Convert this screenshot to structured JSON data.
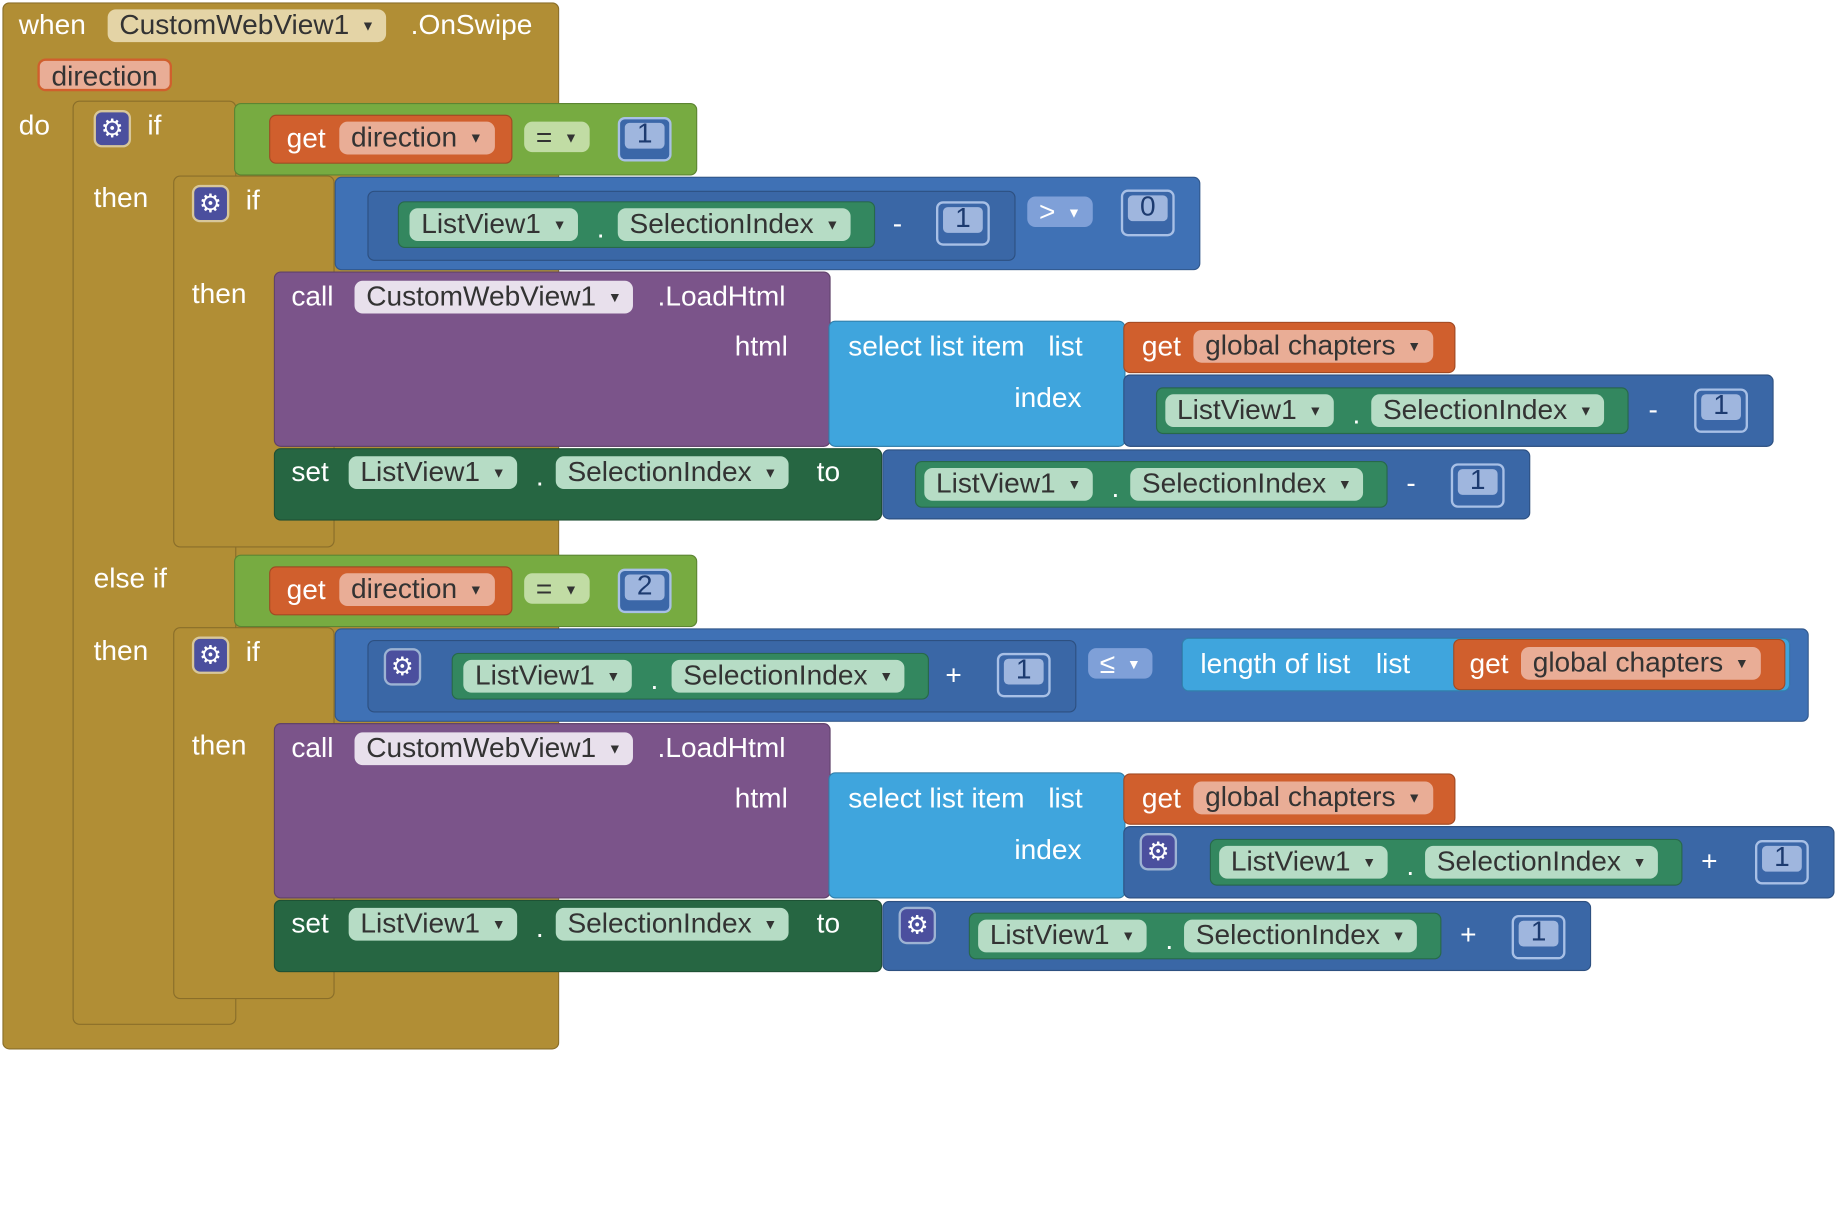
{
  "event": {
    "when_label": "when",
    "component": "CustomWebView1",
    "event_name": ".OnSwipe",
    "param": "direction",
    "do_label": "do"
  },
  "outer_if": {
    "if_label": "if",
    "then_label": "then",
    "else_if_label": "else if",
    "then2_label": "then"
  },
  "cond1": {
    "get": "get",
    "var": "direction",
    "op": "=",
    "value": "1"
  },
  "cond2": {
    "get": "get",
    "var": "direction",
    "op": "=",
    "value": "2"
  },
  "branch1": {
    "if_label": "if",
    "then_label": "then",
    "cmp": {
      "left_comp": "ListView1",
      "left_prop": "SelectionIndex",
      "dot": ".",
      "minus": "-",
      "sub_val": "1",
      "op": ">",
      "right": "0"
    },
    "call": {
      "call_label": "call",
      "component": "CustomWebView1",
      "method": ".LoadHtml",
      "html_label": "html",
      "select": "select list item",
      "list_label": "list",
      "get": "get",
      "global_var": "global chapters",
      "index_label": "index",
      "idx_comp": "ListView1",
      "idx_prop": "SelectionIndex",
      "idx_op": "-",
      "idx_val": "1"
    },
    "set": {
      "set_label": "set",
      "component": "ListView1",
      "prop": "SelectionIndex",
      "to_label": "to",
      "val_comp": "ListView1",
      "val_prop": "SelectionIndex",
      "op": "-",
      "val": "1"
    }
  },
  "branch2": {
    "if_label": "if",
    "then_label": "then",
    "cmp": {
      "left_comp": "ListView1",
      "left_prop": "SelectionIndex",
      "plus": "+",
      "add_val": "1",
      "op": "≤",
      "length_label": "length of list",
      "list_label": "list",
      "get": "get",
      "global_var": "global chapters"
    },
    "call": {
      "call_label": "call",
      "component": "CustomWebView1",
      "method": ".LoadHtml",
      "html_label": "html",
      "select": "select list item",
      "list_label": "list",
      "get": "get",
      "global_var": "global chapters",
      "index_label": "index",
      "idx_comp": "ListView1",
      "idx_prop": "SelectionIndex",
      "idx_op": "+",
      "idx_val": "1"
    },
    "set": {
      "set_label": "set",
      "component": "ListView1",
      "prop": "SelectionIndex",
      "to_label": "to",
      "val_comp": "ListView1",
      "val_prop": "SelectionIndex",
      "op": "+",
      "val": "1"
    }
  }
}
